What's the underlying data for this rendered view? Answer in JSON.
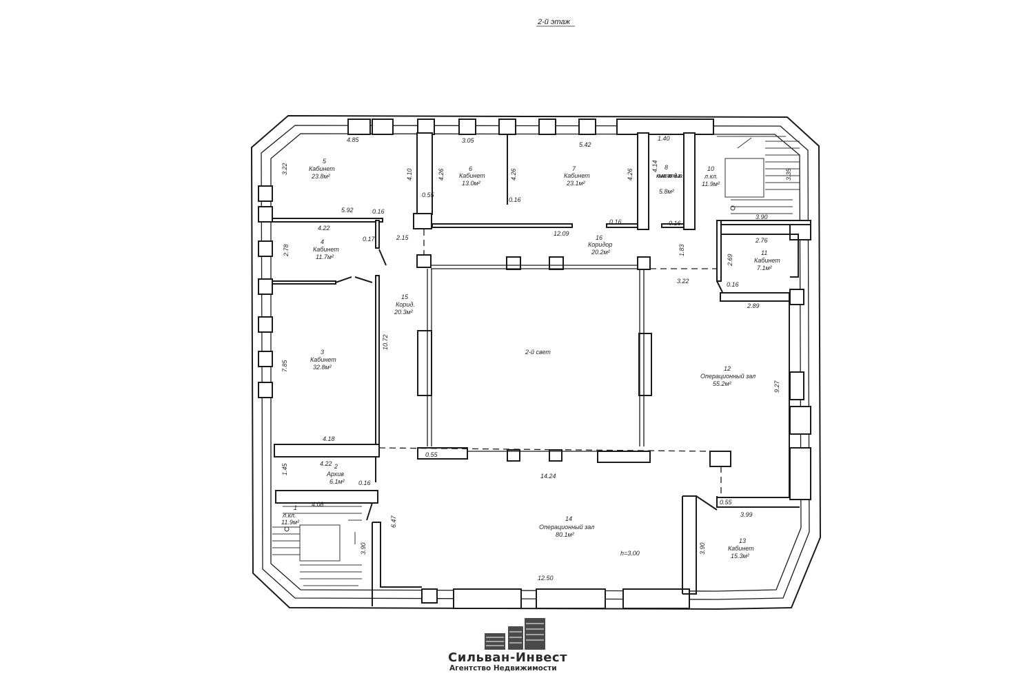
{
  "title": "2-й этаж",
  "center_label": "2-й свет",
  "height_note": "h=3.00",
  "rooms": [
    {
      "id": "r1",
      "num": "1",
      "name": "л.кл.",
      "area": "11.9м²"
    },
    {
      "id": "r2",
      "num": "2",
      "name": "Архив",
      "area": "6.1м²"
    },
    {
      "id": "r3",
      "num": "3",
      "name": "Кабинет",
      "area": "32.8м²"
    },
    {
      "id": "r4",
      "num": "4",
      "name": "Кабинет",
      "area": "11.7м²"
    },
    {
      "id": "r5",
      "num": "5",
      "name": "Кабинет",
      "area": "23.8м²"
    },
    {
      "id": "r6",
      "num": "6",
      "name": "Кабинет",
      "area": "13.0м²"
    },
    {
      "id": "r7",
      "num": "7",
      "name": "Кабинет",
      "area": "23.1м²"
    },
    {
      "id": "r8",
      "num": "8",
      "name": "комната отдыха",
      "area": "5.8м²"
    },
    {
      "id": "r10",
      "num": "10",
      "name": "л.кл.",
      "area": "11.9м²"
    },
    {
      "id": "r11",
      "num": "11",
      "name": "Кабинет",
      "area": "7.1м²"
    },
    {
      "id": "r12",
      "num": "12",
      "name": "Операционный зал",
      "area": "55.2м²"
    },
    {
      "id": "r13",
      "num": "13",
      "name": "Кабинет",
      "area": "15.3м²"
    },
    {
      "id": "r14",
      "num": "14",
      "name": "Операционный зал",
      "area": "80.1м²"
    },
    {
      "id": "r15",
      "num": "15",
      "name": "Корид.",
      "area": "20.3м²"
    },
    {
      "id": "r16",
      "num": "16",
      "name": "Коридор",
      "area": "20.2м²"
    }
  ],
  "dimensions": {
    "d_4_85": "4.85",
    "d_3_22a": "3.22",
    "d_4_10": "4.10",
    "d_0_55a": "0.55",
    "d_4_26a": "4.26",
    "d_3_05": "3.05",
    "d_4_26b": "4.26",
    "d_0_16a": "0.16",
    "d_5_42": "5.42",
    "d_4_26c": "4.26",
    "d_1_40": "1.40",
    "d_4_14": "4.14",
    "d_3_35": "3.35",
    "d_5_92": "5.92",
    "d_0_16b": "0.16",
    "d_4_22a": "4.22",
    "d_0_17": "0.17",
    "d_2_15": "2.15",
    "d_2_78": "2.78",
    "d_12_09": "12.09",
    "d_0_16c": "0.16",
    "d_0_16d": "0.16",
    "d_1_83": "1.83",
    "d_3_90a": "3.90",
    "d_2_76": "2.76",
    "d_2_69": "2.69",
    "d_3_22b": "3.22",
    "d_0_16e": "0.16",
    "d_2_89": "2.89",
    "d_10_72": "10.72",
    "d_7_85": "7.85",
    "d_9_27": "9.27",
    "d_4_18": "4.18",
    "d_4_22b": "4.22",
    "d_1_45": "1.45",
    "d_0_16f": "0.16",
    "d_0_55b": "0.55",
    "d_14_24": "14.24",
    "d_0_55c": "0.55",
    "d_3_99": "3.99",
    "d_4_08": "4.08",
    "d_3_90b": "3.90",
    "d_6_47": "6.47",
    "d_3_90c": "3.90",
    "d_12_50": "12.50"
  },
  "logo": {
    "name": "Сильван-Инвест",
    "subtitle": "Агентство Недвижимости",
    "color": "#4a4a4a"
  }
}
